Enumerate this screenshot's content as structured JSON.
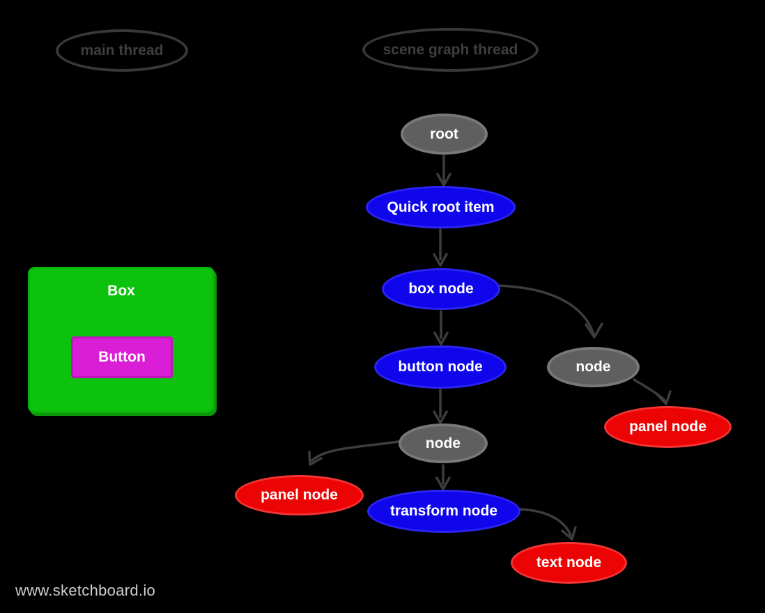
{
  "canvas": {
    "background": "#000000",
    "watermark": "www.sketchboard.io"
  },
  "threads": [
    {
      "id": "main-thread",
      "label": "main thread"
    },
    {
      "id": "scene-graph-thread",
      "label": "scene graph thread"
    }
  ],
  "main_thread_ui": {
    "box_label": "Box",
    "button_label": "Button",
    "box_color": "#0cc20c",
    "button_color": "#d91ed5"
  },
  "graph": {
    "colors": {
      "blue_node": "#0f06ec",
      "red_node": "#ec0404",
      "gray_node": "#5f5f5f",
      "edge": "#3d3d3d",
      "node_text": "#ffffff",
      "thread_outline": "#383838"
    },
    "nodes": [
      {
        "id": "root",
        "label": "root",
        "kind": "gray"
      },
      {
        "id": "quick-root-item",
        "label": "Quick root item",
        "kind": "blue"
      },
      {
        "id": "box-node",
        "label": "box node",
        "kind": "blue"
      },
      {
        "id": "button-node",
        "label": "button node",
        "kind": "blue"
      },
      {
        "id": "node-a",
        "label": "node",
        "kind": "gray"
      },
      {
        "id": "panel-node-a",
        "label": "panel node",
        "kind": "red"
      },
      {
        "id": "node-b",
        "label": "node",
        "kind": "gray"
      },
      {
        "id": "panel-node-b",
        "label": "panel node",
        "kind": "red"
      },
      {
        "id": "transform-node",
        "label": "transform node",
        "kind": "blue"
      },
      {
        "id": "text-node",
        "label": "text node",
        "kind": "red"
      }
    ],
    "edges": [
      {
        "from": "root",
        "to": "quick-root-item"
      },
      {
        "from": "quick-root-item",
        "to": "box-node"
      },
      {
        "from": "box-node",
        "to": "button-node"
      },
      {
        "from": "box-node",
        "to": "node-a"
      },
      {
        "from": "node-a",
        "to": "panel-node-a"
      },
      {
        "from": "button-node",
        "to": "node-b"
      },
      {
        "from": "node-b",
        "to": "panel-node-b"
      },
      {
        "from": "node-b",
        "to": "transform-node"
      },
      {
        "from": "transform-node",
        "to": "text-node"
      }
    ]
  }
}
